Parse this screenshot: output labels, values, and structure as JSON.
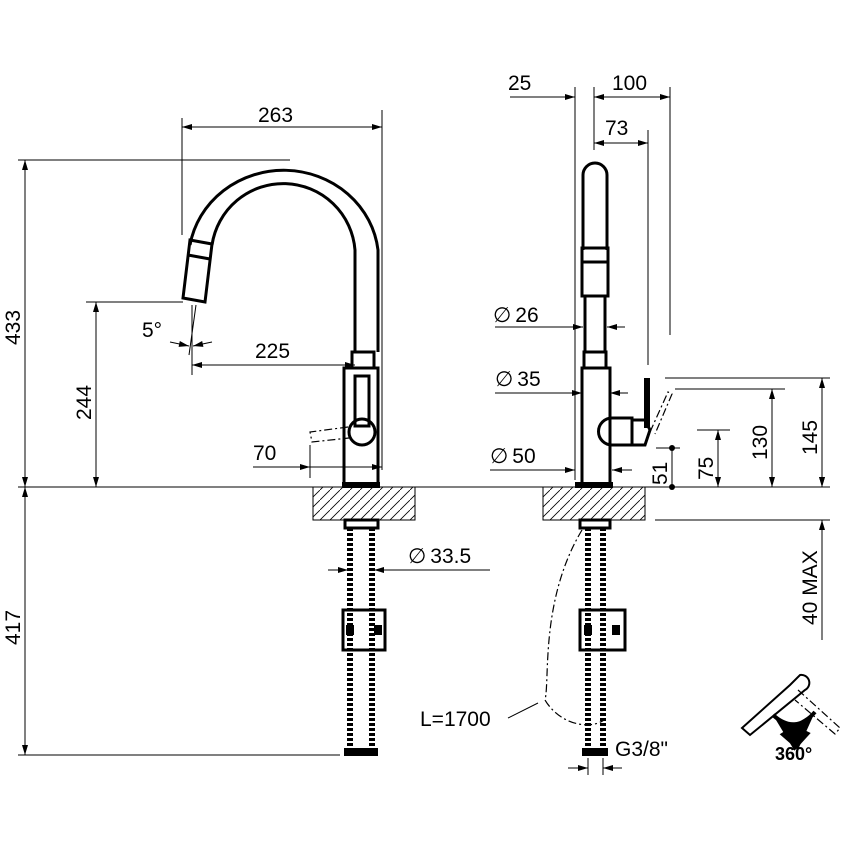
{
  "title": "Kitchen faucet with pull-out spout – dimensional drawing",
  "colors": {
    "line": "#000000",
    "background": "#ffffff"
  },
  "front_view": {
    "width_263": "263",
    "height_433": "433",
    "spout_height_244": "244",
    "spray_angle": "5°",
    "reach_225": "225",
    "lever_70": "70",
    "hose_diameter": "33.5",
    "below_counter_417": "417"
  },
  "side_view": {
    "offset_25": "25",
    "depth_100": "100",
    "depth_73": "73",
    "dia_26": "26",
    "dia_35": "35",
    "dia_50": "50",
    "h_51": "51",
    "h_75": "75",
    "h_130": "130",
    "h_145": "145",
    "counter_max": "40 MAX",
    "hose_length": "L=1700",
    "connection": "G3/8\""
  },
  "rotation": {
    "label": "360°"
  },
  "diameter_symbol": "∅"
}
